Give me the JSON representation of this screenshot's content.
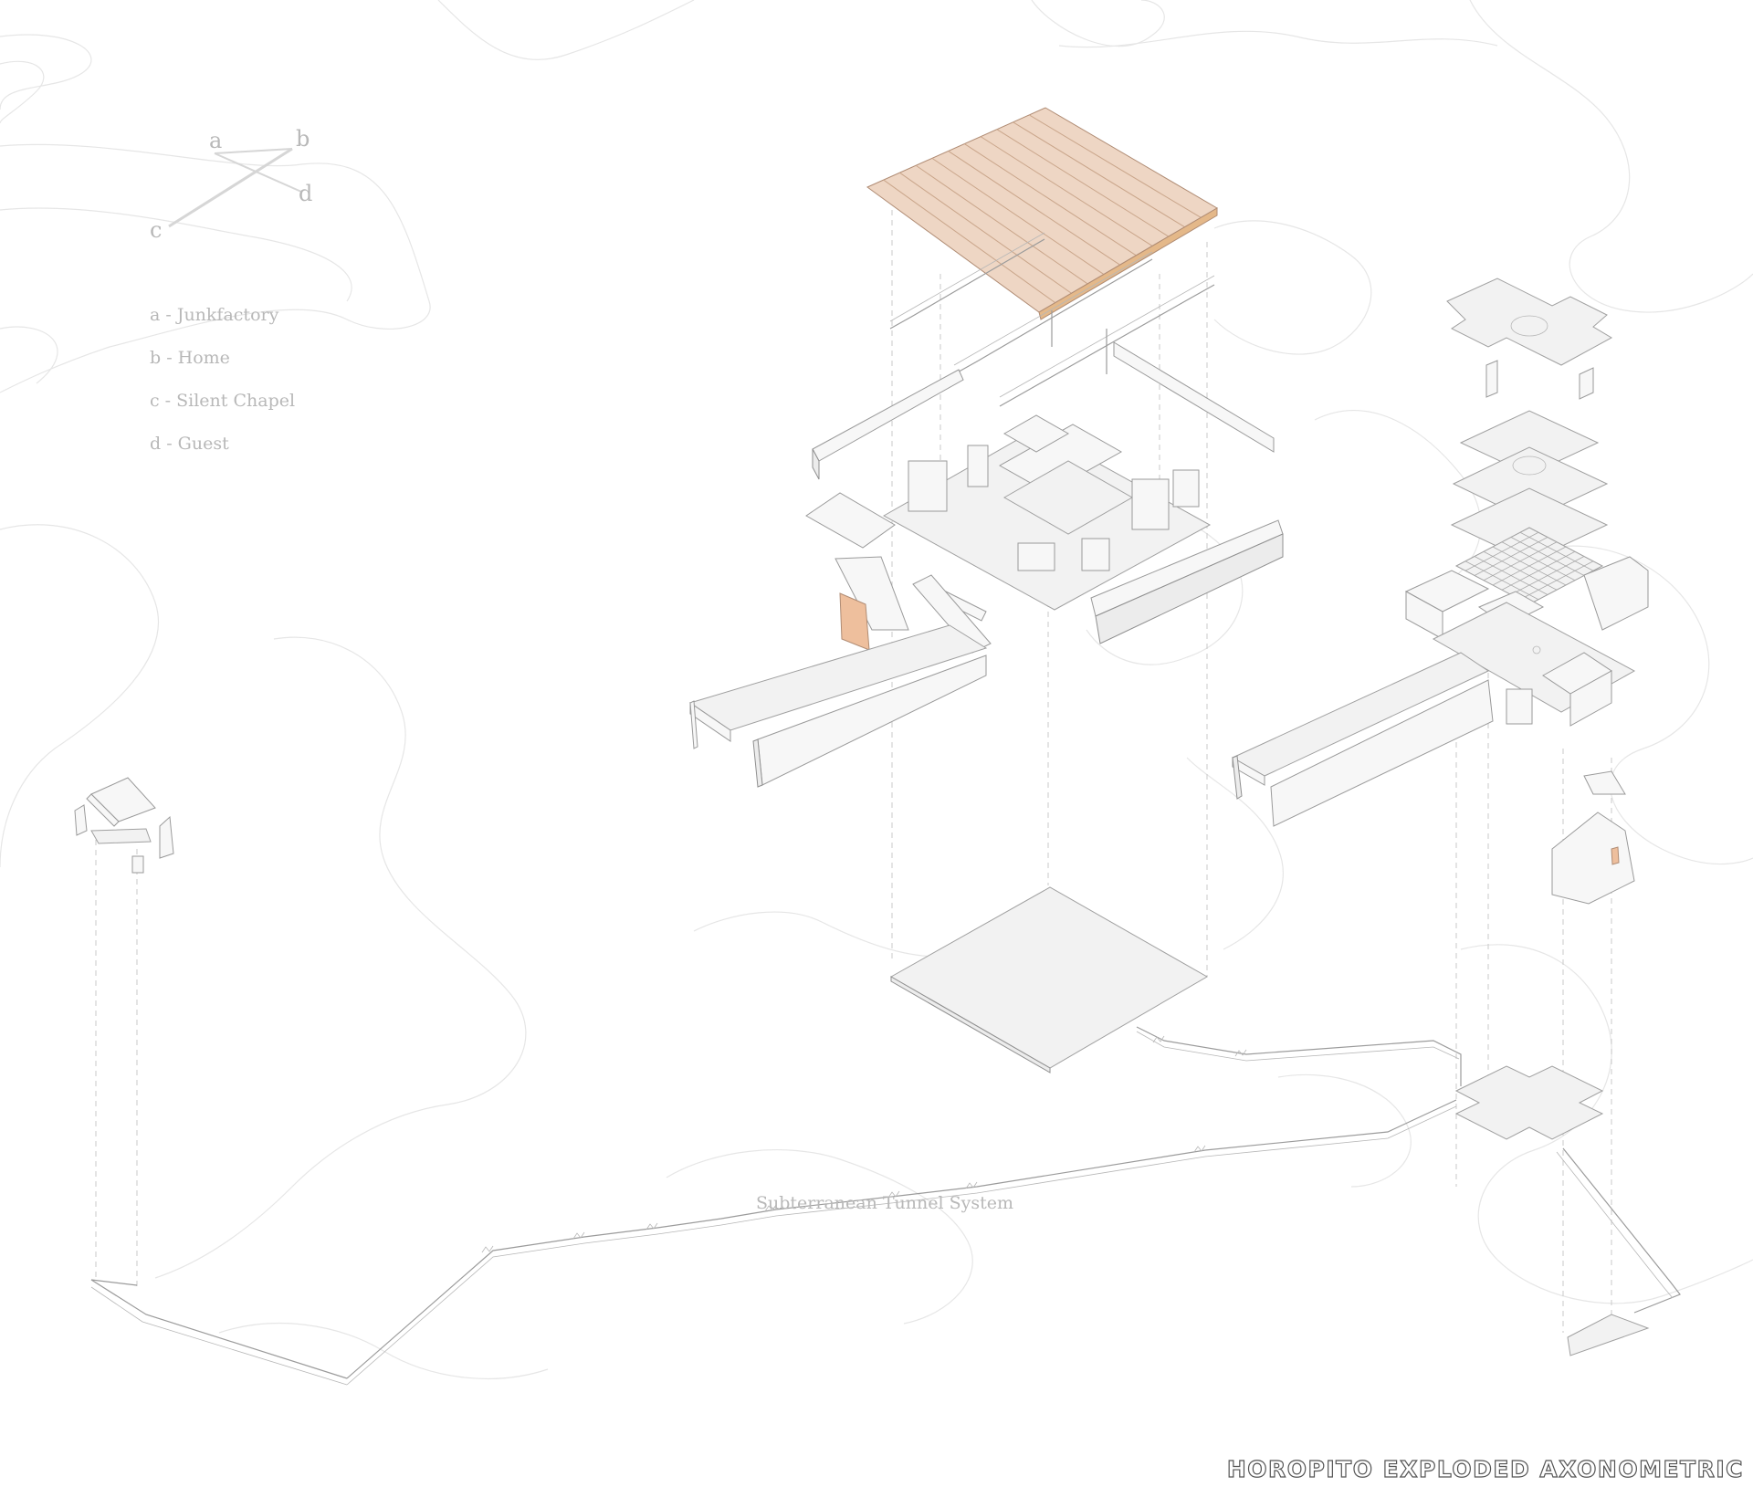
{
  "orientation": {
    "labels": {
      "a": "a",
      "b": "b",
      "c": "c",
      "d": "d"
    }
  },
  "legend": {
    "items": [
      "a - Junkfactory",
      "b - Home",
      "c - Silent Chapel",
      "d - Guest"
    ]
  },
  "annotations": {
    "tunnel": "Subterranean Tunnel System"
  },
  "title": "HOROPITO EXPLODED AXONOMETRIC",
  "colors": {
    "roof": "#eed6c4",
    "roof_accent": "#e4b889",
    "background": "#ffffff",
    "linework": "#9b9b9b"
  }
}
